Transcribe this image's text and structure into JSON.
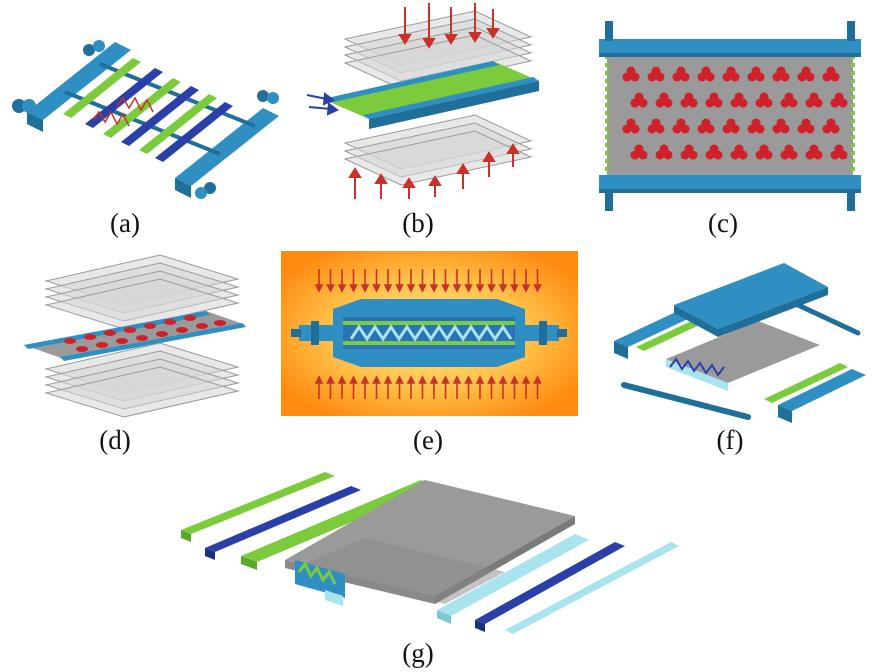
{
  "panels": {
    "a": {
      "label": "(a)"
    },
    "b": {
      "label": "(b)"
    },
    "c": {
      "label": "(c)"
    },
    "d": {
      "label": "(d)"
    },
    "e": {
      "label": "(e)"
    },
    "f": {
      "label": "(f)"
    },
    "g": {
      "label": "(g)"
    }
  },
  "colors": {
    "frame_blue": "#2f8fc2",
    "frame_dark": "#1f6f9a",
    "core_green": "#7ccb3c",
    "core_navy": "#2a3fa8",
    "sheet_gray": "#9a9a9a",
    "arrow_red": "#c8322b",
    "light_cyan": "#a9e3ee",
    "heat_outer": "#ff9a1a",
    "heat_inner": "#ffd56a"
  }
}
